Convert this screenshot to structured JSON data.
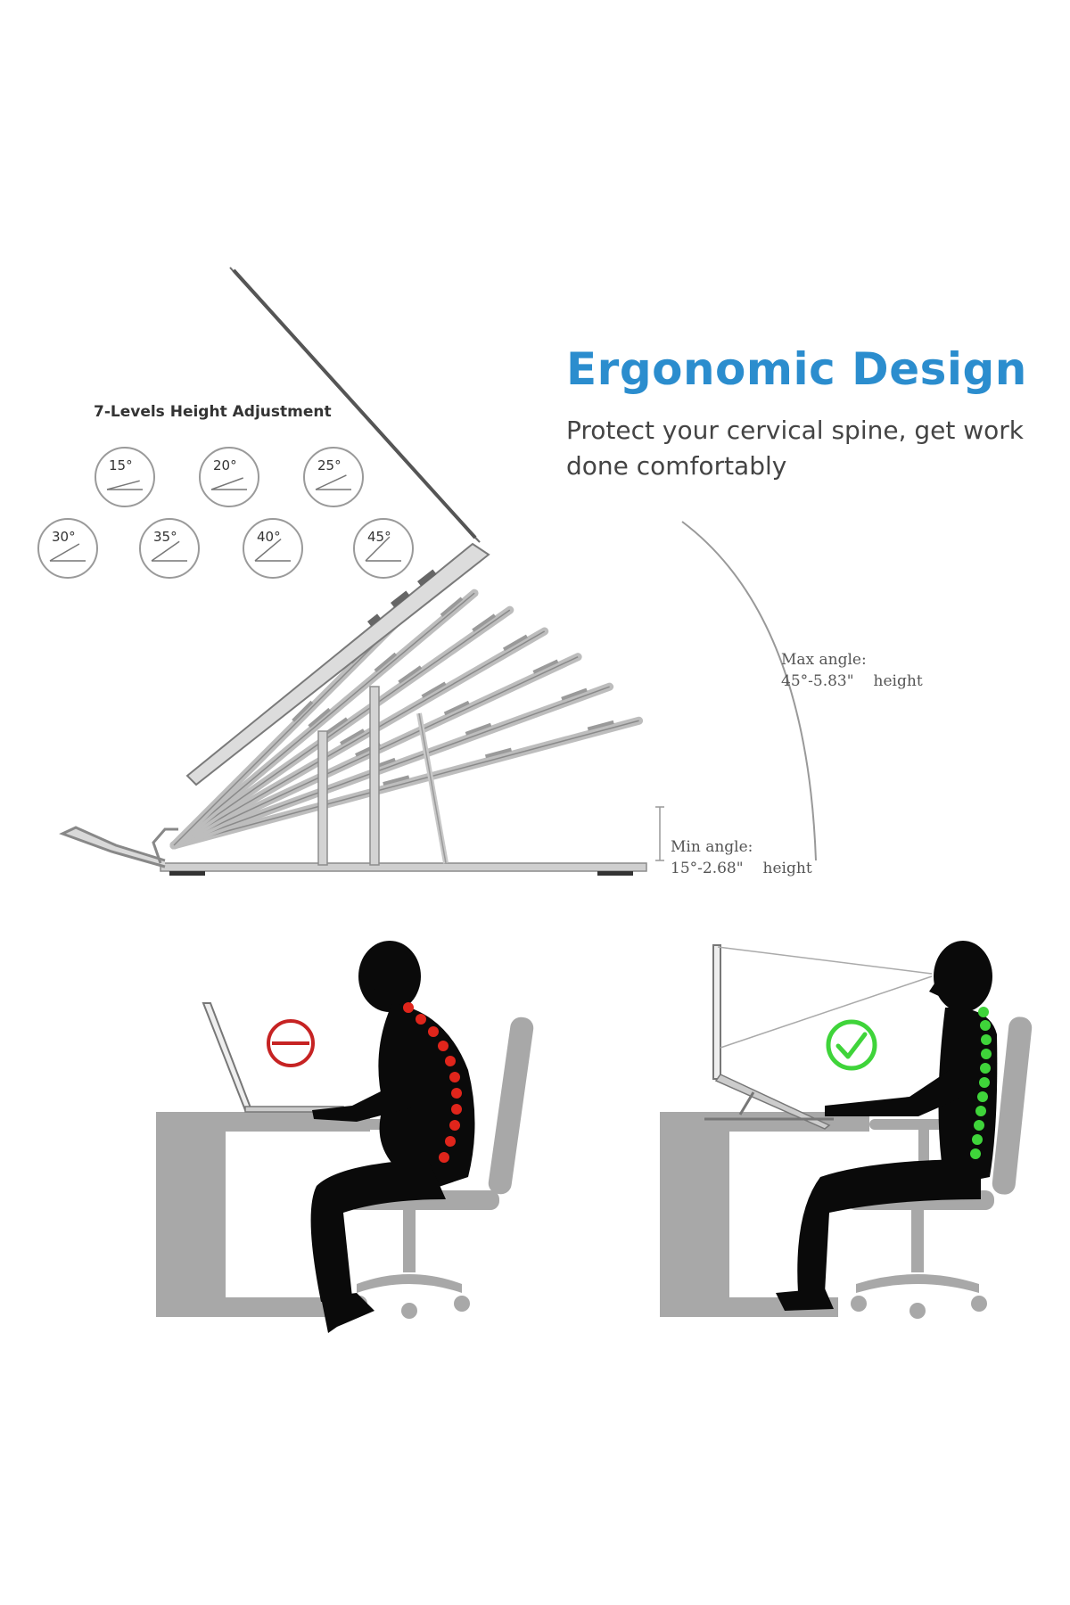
{
  "headline": {
    "title": "Ergonomic Design",
    "subtitle": "Protect your cervical spine, get work done comfortably"
  },
  "height_adjustment": {
    "heading": "7-Levels Height Adjustment",
    "angles": [
      "15°",
      "20°",
      "25°",
      "30°",
      "35°",
      "40°",
      "45°"
    ]
  },
  "max_angle": {
    "label": "Max angle:",
    "angle": "45°-5.83\"",
    "unit": "height"
  },
  "min_angle": {
    "label": "Min angle:",
    "angle": "15°-2.68\"",
    "unit": "height"
  },
  "postures": {
    "bad_icon": "no-entry-icon",
    "good_icon": "checkmark-icon",
    "bad_spine_color": "#e0251b",
    "good_spine_color": "#3fd43a"
  },
  "colors": {
    "title": "#2b8dce",
    "furniture": "#a8a8a8",
    "silhouette": "#0a0a0a"
  }
}
